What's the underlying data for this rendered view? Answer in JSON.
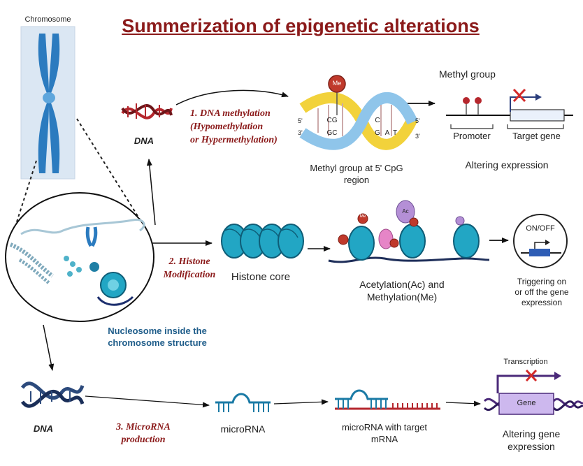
{
  "title": "Summerization of epigenetic alterations",
  "chromosome_label": "Chromosome",
  "nucleosome_caption": [
    "Nucleosome inside the",
    "chromosome structure"
  ],
  "dna_label_top": "DNA",
  "dna_label_bottom": "DNA",
  "step1": [
    "1. DNA methylation",
    "(Hypomethylation",
    "or Hypermethylation)"
  ],
  "step2": [
    "2. Histone",
    "Modification"
  ],
  "step3": [
    "3. MicroRNA",
    "production"
  ],
  "me_label": "Me",
  "ac_label": "Ac",
  "methyl_caption": [
    "Methyl group at 5' CpG",
    "region"
  ],
  "strand_ends": {
    "top_left": "5'",
    "bottom_left": "3'",
    "top_right": "5'",
    "bottom_right": "3'"
  },
  "cpg_letters": {
    "pair1_top": "C",
    "pair1_top_b": "G",
    "pair1_bot": "G",
    "pair1_bot_b": "C",
    "pair2_top": "C",
    "pair2_bot": "G",
    "extra_bot": "A",
    "extra_bot2": "T"
  },
  "methyl_group_label": "Methyl group",
  "promoter_label": "Promoter",
  "target_gene_label": "Target gene",
  "altering_expression": "Altering expression",
  "histone_core": "Histone core",
  "acetylation_caption": [
    "Acetylation(Ac) and",
    "Methylation(Me)"
  ],
  "on_off": "ON/OFF",
  "triggering": [
    "Triggering on",
    "or off the gene",
    "expression"
  ],
  "microrna": "microRNA",
  "microrna_target": [
    "microRNA with target",
    "mRNA"
  ],
  "transcription": "Transcription",
  "gene_box": "Gene",
  "altering_gene": [
    "Altering gene",
    "expression"
  ],
  "colors": {
    "title": "#8b1a1a",
    "chromosome": "#2b7bbf",
    "histone": "#22a6c4",
    "me_red": "#c0392b",
    "ac_purple": "#b48fd6",
    "me_pink": "#e685c7",
    "strand_yellow": "#f2d23b",
    "strand_blue": "#8fc5ea",
    "dna_navy": "#2c4a7c",
    "dna_red": "#b5272d",
    "gene_box": "#cdb8ee",
    "transcription": "#4b2a7a"
  }
}
